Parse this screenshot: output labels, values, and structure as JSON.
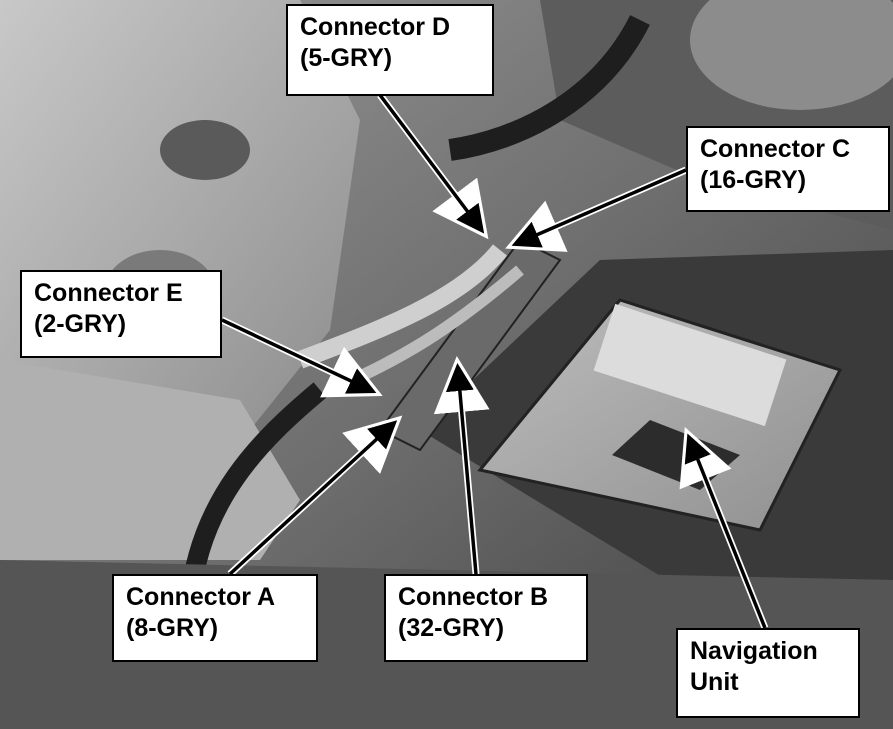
{
  "colors": {
    "callout_bg": "#ffffff",
    "callout_border": "#000000",
    "callout_text": "#000000",
    "arrow": "#000000",
    "arrow_outline": "#ffffff"
  },
  "callouts": {
    "connector_d": {
      "line1": "Connector D",
      "line2": "(5-GRY)"
    },
    "connector_c": {
      "line1": "Connector C",
      "line2": "(16-GRY)"
    },
    "connector_e": {
      "line1": "Connector E",
      "line2": "(2-GRY)"
    },
    "connector_a": {
      "line1": "Connector A",
      "line2": "(8-GRY)"
    },
    "connector_b": {
      "line1": "Connector B",
      "line2": "(32-GRY)"
    },
    "navigation_unit": {
      "line1": "Navigation",
      "line2": "Unit"
    }
  }
}
